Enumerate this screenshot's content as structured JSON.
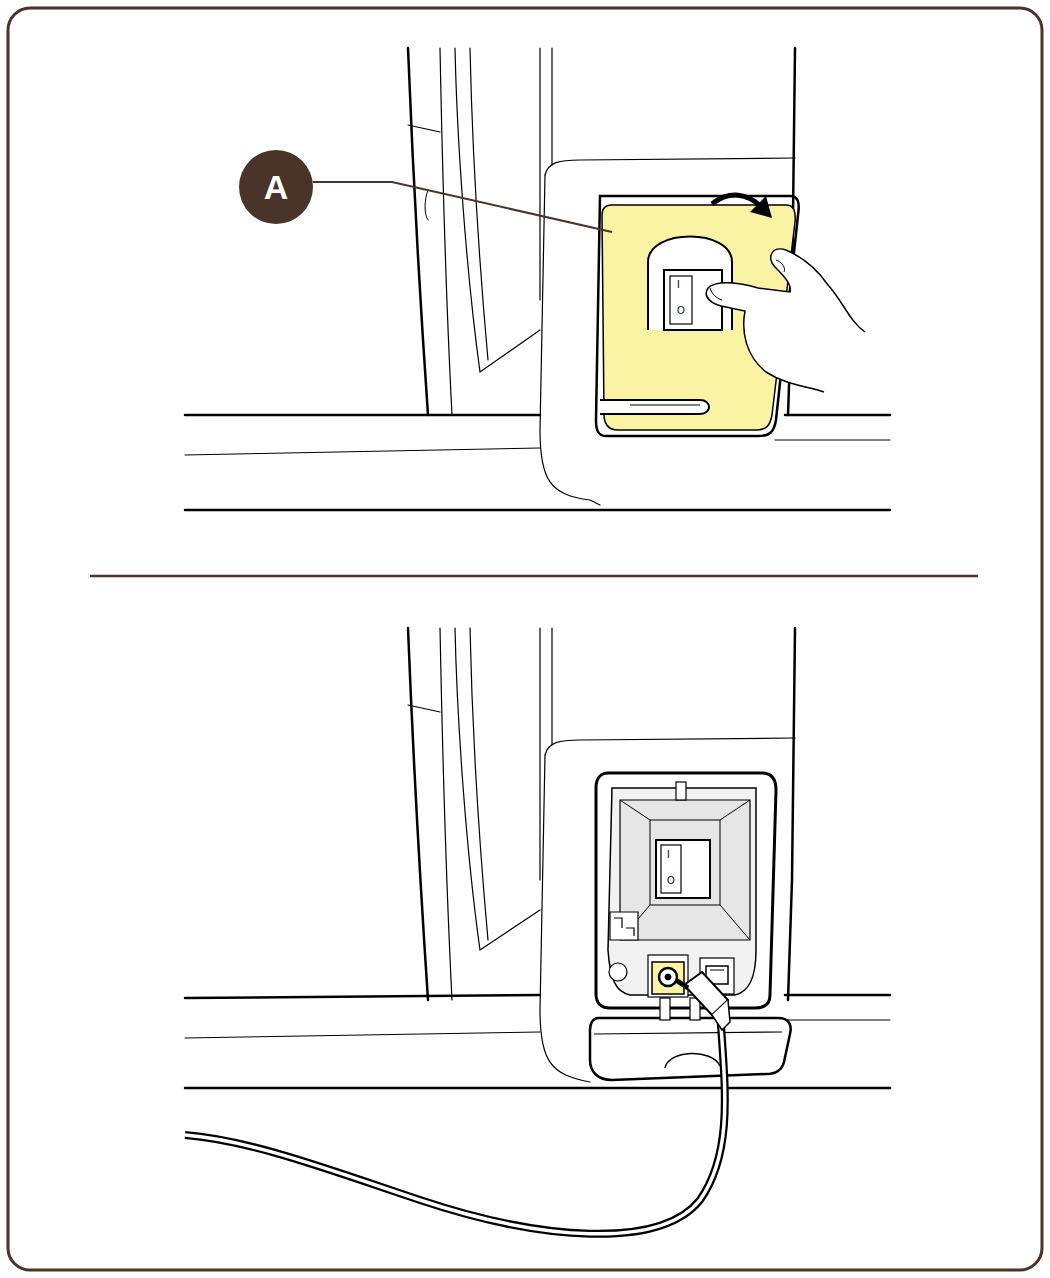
{
  "diagram": {
    "nodes": [
      {
        "text": [
          "A"
        ]
      }
    ],
    "labels": [
      "I",
      "O",
      "I",
      "O"
    ]
  }
}
